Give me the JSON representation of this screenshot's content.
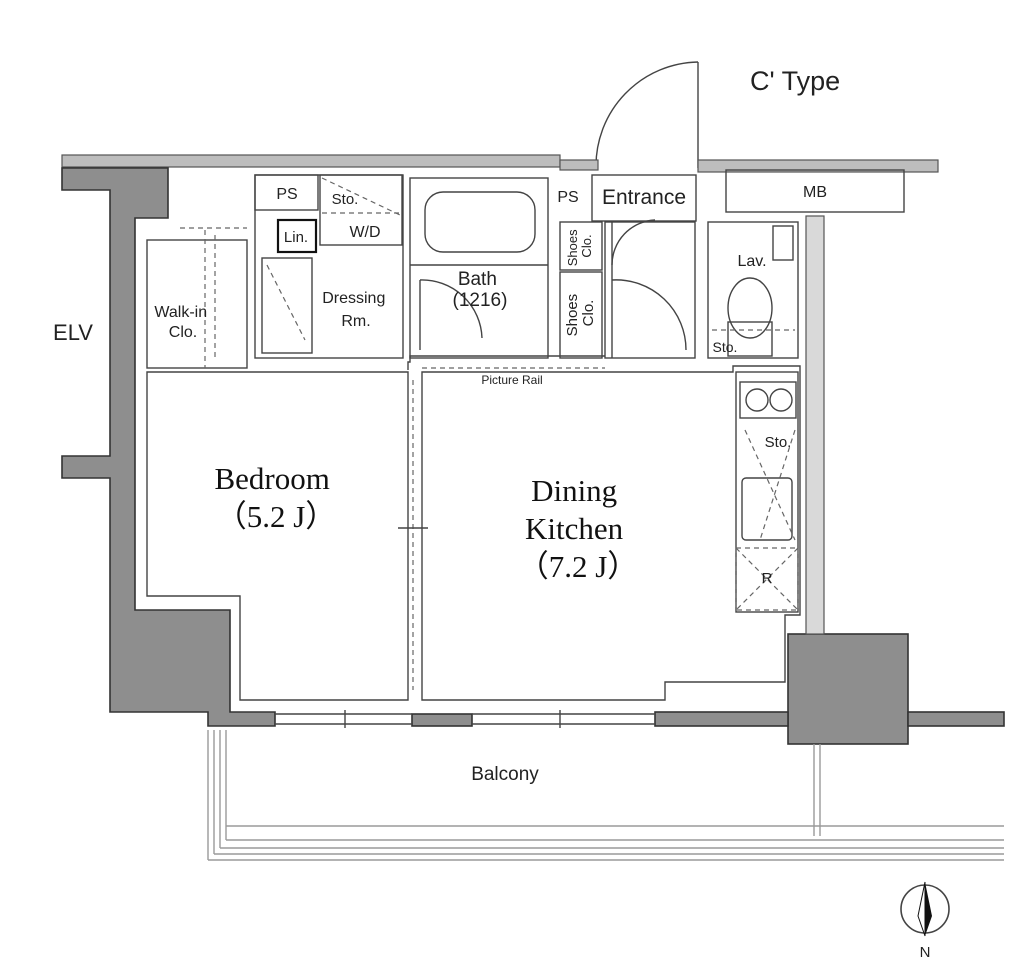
{
  "title": "C' Type",
  "rooms": {
    "elv": "ELV",
    "walk_in": [
      "Walk-in",
      "Clo."
    ],
    "ps1": "PS",
    "ps2": "PS",
    "sto_top": "Sto.",
    "wd": "W/D",
    "lin": "Lin.",
    "dressing": [
      "Dressing",
      "Rm."
    ],
    "bath": [
      "Bath",
      "(1216)"
    ],
    "entrance": "Entrance",
    "mb": "MB",
    "shoes1": [
      "Shoes",
      "Clo."
    ],
    "shoes2": [
      "Shoes",
      "Clo."
    ],
    "lav": "Lav.",
    "sto_lav": "Sto.",
    "picture_rail": "Picture Rail",
    "sto_kitchen": "Sto.",
    "fridge": "R",
    "bedroom": [
      "Bedroom",
      "（5.2 J）"
    ],
    "dining": [
      "Dining",
      "Kitchen",
      "（7.2 J）"
    ],
    "balcony": "Balcony",
    "north": "N"
  }
}
